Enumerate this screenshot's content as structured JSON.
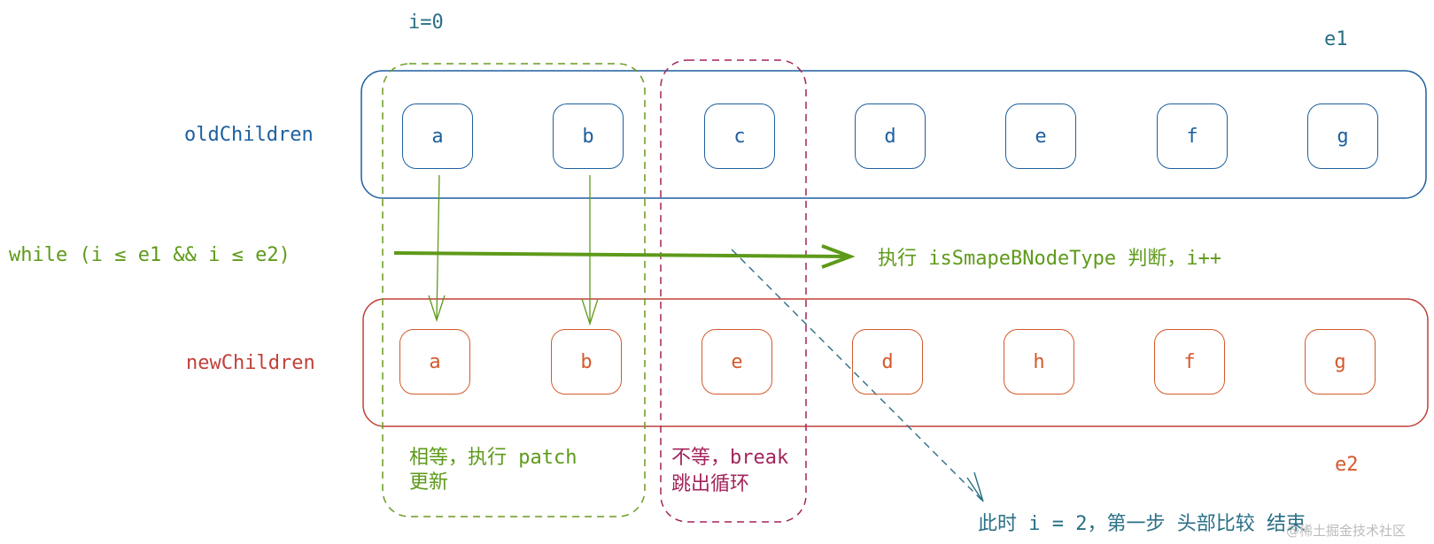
{
  "colors": {
    "old": "#1e5f9e",
    "new": "#d4592b",
    "green": "#5e9a1a",
    "purple": "#a3245b",
    "teal": "#2a6f86"
  },
  "labels": {
    "i_start": "i=0",
    "e1": "e1",
    "e2": "e2",
    "old_children": "oldChildren",
    "new_children": "newChildren",
    "while_cond": "while (i ≤ e1 && i ≤ e2)",
    "exec_note": "执行 isSmapeBNodeType 判断，i++",
    "equal_note_1": "相等，执行 patch",
    "equal_note_2": "更新",
    "unequal_note_1": "不等，break",
    "unequal_note_2": "跳出循环",
    "result_note": "此时 i = 2，第一步 头部比较 结束",
    "watermark": "@稀土掘金技术社区"
  },
  "old_nodes": [
    "a",
    "b",
    "c",
    "d",
    "e",
    "f",
    "g"
  ],
  "new_nodes": [
    "a",
    "b",
    "e",
    "d",
    "h",
    "f",
    "g"
  ]
}
